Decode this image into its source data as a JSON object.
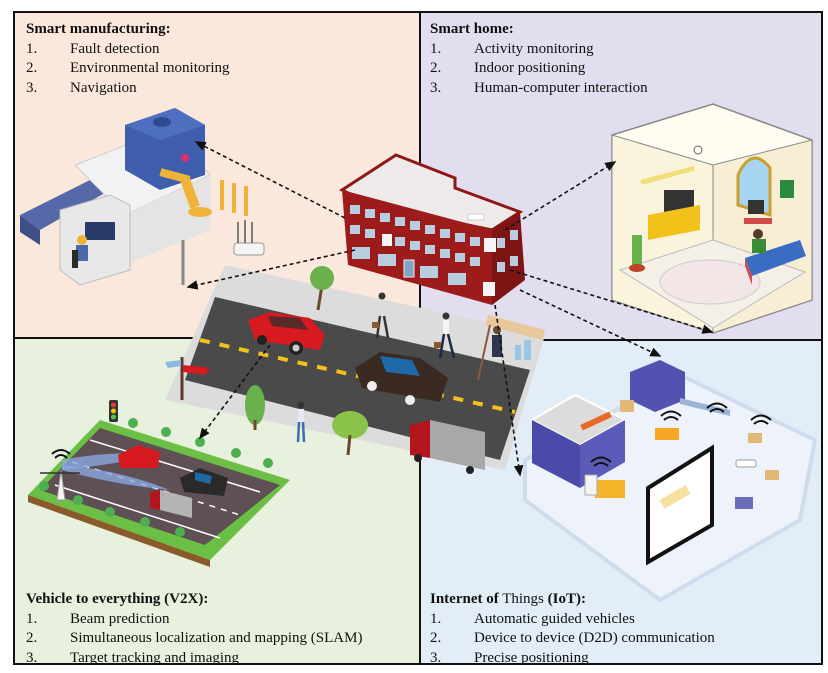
{
  "quadrants": {
    "smart_manufacturing": {
      "title": "Smart manufacturing:",
      "items": [
        {
          "num": "1.",
          "label": "Fault detection"
        },
        {
          "num": "2.",
          "label": "Environmental monitoring"
        },
        {
          "num": "3.",
          "label": "Navigation"
        }
      ],
      "bg_color": "#fbe8dc"
    },
    "smart_home": {
      "title": "Smart home:",
      "items": [
        {
          "num": "1.",
          "label": "Activity monitoring"
        },
        {
          "num": "2.",
          "label": "Indoor positioning"
        },
        {
          "num": "3.",
          "label": "Human-computer interaction"
        }
      ],
      "bg_color": "#e2def0"
    },
    "v2x": {
      "title": "Vehicle to everything (V2X):",
      "items": [
        {
          "num": "1.",
          "label": "Beam prediction"
        },
        {
          "num": "2.",
          "label": "Simultaneous localization and mapping (SLAM)"
        },
        {
          "num": "3.",
          "label": "Target tracking and imaging"
        }
      ],
      "bg_color": "#e7f1dd"
    },
    "iot": {
      "title_bold_1": "Internet of",
      "title_regular": " Things",
      "title_bold_2": " (IoT):",
      "items": [
        {
          "num": "1.",
          "label": "Automatic guided vehicles"
        },
        {
          "num": "2.",
          "label": "Device to device (D2D) communication"
        },
        {
          "num": "3.",
          "label": "Precise positioning"
        }
      ],
      "bg_color": "#e3edf8"
    }
  },
  "illustrations": {
    "center": "office-building-icon",
    "street": "street-scene-with-cars-and-pedestrians",
    "manufacturing": "factory-production-line-with-robot-arm",
    "home": "isometric-bedroom",
    "v2x": "road-with-base-station-and-beams",
    "iot": "warehouse-logistics-with-wifi"
  },
  "colors": {
    "building": "#9e1b1b",
    "road": "#4a4a4a",
    "lane_marking": "#f2c21b",
    "arrow": "#111111"
  }
}
